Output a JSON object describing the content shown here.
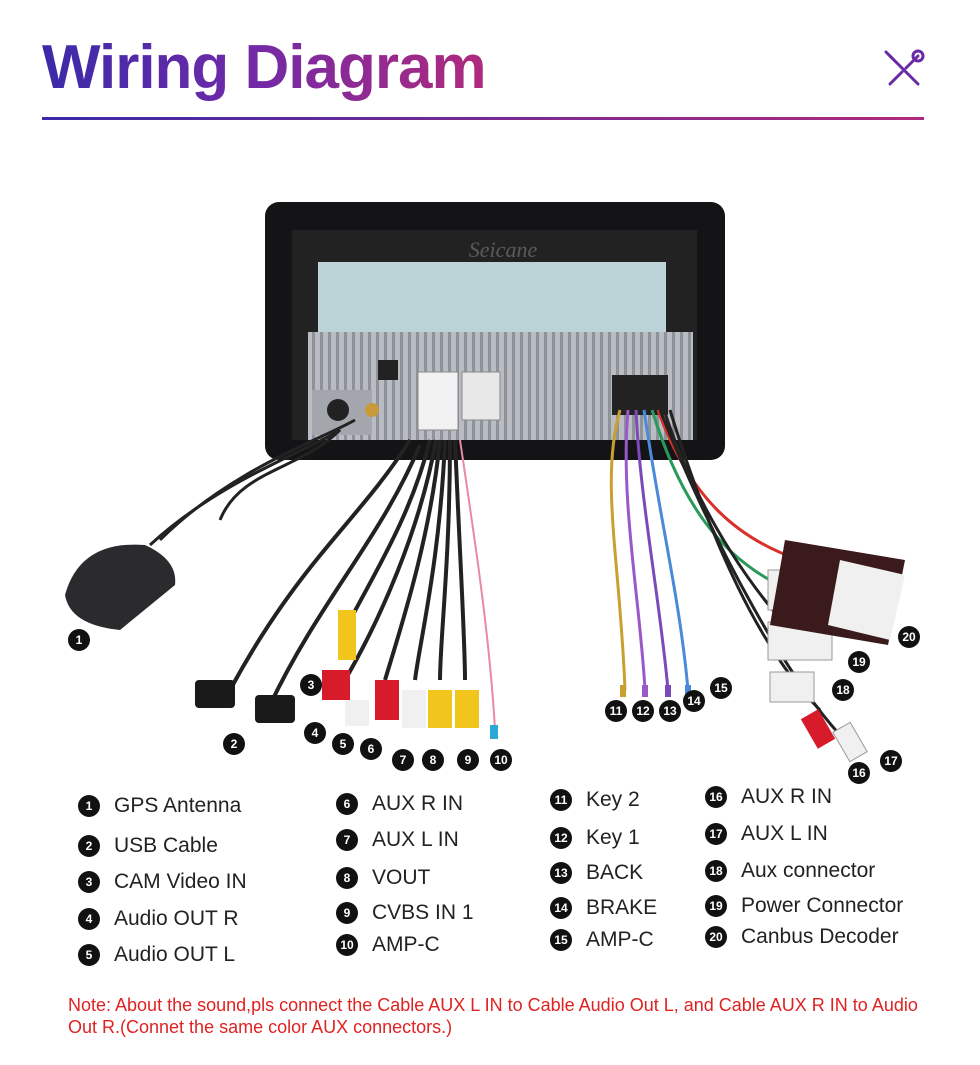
{
  "header": {
    "title": "Wiring Diagram",
    "icon": "tools-icon",
    "accent_start": "#3a2aa8",
    "accent_end": "#b02a7c"
  },
  "device": {
    "brand": "Seicane"
  },
  "legend": [
    {
      "n": "1",
      "label": "GPS Antenna"
    },
    {
      "n": "2",
      "label": "USB Cable"
    },
    {
      "n": "3",
      "label": "CAM Video IN"
    },
    {
      "n": "4",
      "label": "Audio OUT R"
    },
    {
      "n": "5",
      "label": "Audio OUT L"
    },
    {
      "n": "6",
      "label": "AUX R IN"
    },
    {
      "n": "7",
      "label": "AUX L IN"
    },
    {
      "n": "8",
      "label": "VOUT"
    },
    {
      "n": "9",
      "label": "CVBS IN 1"
    },
    {
      "n": "10",
      "label": "AMP-C"
    },
    {
      "n": "11",
      "label": "Key 2"
    },
    {
      "n": "12",
      "label": "Key 1"
    },
    {
      "n": "13",
      "label": "BACK"
    },
    {
      "n": "14",
      "label": "BRAKE"
    },
    {
      "n": "15",
      "label": "AMP-C"
    },
    {
      "n": "16",
      "label": "AUX R IN"
    },
    {
      "n": "17",
      "label": "AUX L IN"
    },
    {
      "n": "18",
      "label": "Aux connector"
    },
    {
      "n": "19",
      "label": "Power Connector"
    },
    {
      "n": "20",
      "label": "Canbus Decoder"
    }
  ],
  "note": "Note: About the sound,pls connect the Cable AUX L IN to Cable Audio Out L, and Cable AUX R IN to  Audio Out R.(Connet the same color AUX connectors.)",
  "note_color": "#e02222"
}
